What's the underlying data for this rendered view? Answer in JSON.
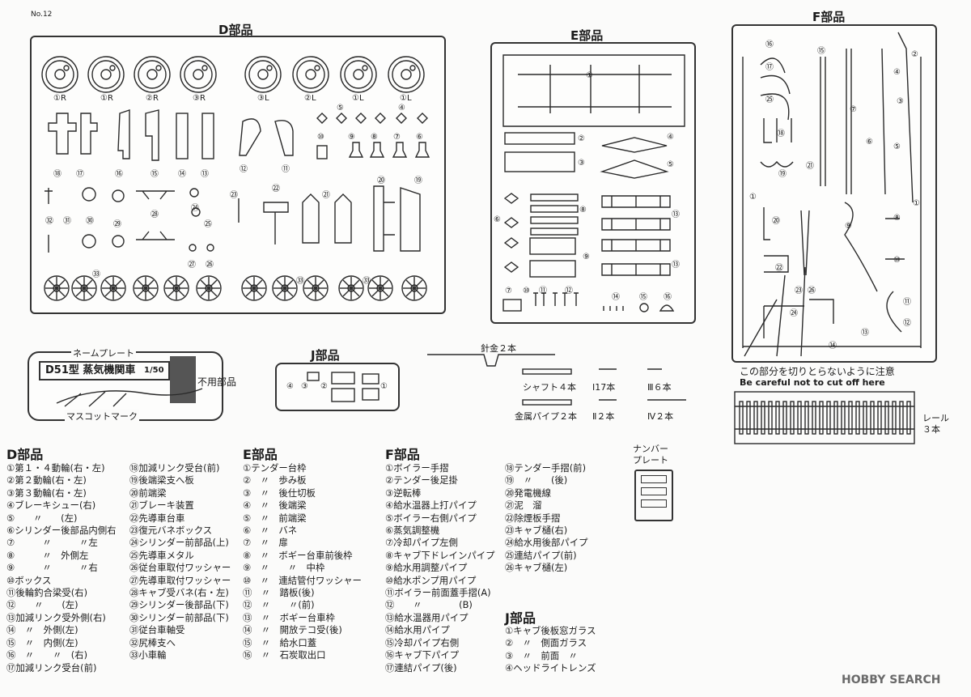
{
  "page_no": "No.12",
  "panels": {
    "D": {
      "title": "D部品",
      "labels": [
        "①R",
        "①R",
        "②R",
        "③R",
        "③L",
        "②L",
        "①L",
        "①L",
        "⑱",
        "⑰",
        "⑯",
        "⑮",
        "⑭",
        "⑬",
        "⑫",
        "⑪",
        "⑤",
        "④",
        "⑩",
        "⑨",
        "⑧",
        "⑦",
        "⑥",
        "㉓",
        "㉒",
        "㉑",
        "⑳",
        "⑲",
        "㉜",
        "㉛",
        "㉚",
        "㉙",
        "㉘",
        "㉔",
        "㉕",
        "㉗",
        "㉖",
        "㉝",
        "㉝",
        "㉝"
      ]
    },
    "E": {
      "title": "E部品",
      "labels": [
        "①",
        "②",
        "③",
        "④",
        "⑤",
        "⑧",
        "⑨",
        "⑬",
        "⑬",
        "⑥",
        "⑦",
        "⑩",
        "⑪",
        "⑫",
        "⑭",
        "⑮",
        "⑯"
      ]
    },
    "F": {
      "title": "F部品",
      "labels": [
        "⑯",
        "⑰",
        "㉕",
        "⑱",
        "⑲",
        "㉑",
        "⑮",
        "⑦",
        "⑥",
        "③",
        "④",
        "②",
        "⑤",
        "①",
        "①",
        "⑳",
        "㉒",
        "㉓",
        "㉖",
        "⑨",
        "⑧",
        "⑩",
        "⑪",
        "⑫",
        "㉔",
        "⑬",
        "⑭"
      ],
      "note_jp": "この部分を切りとらないように注意",
      "note_en": "Be careful not to cut off here"
    },
    "nameplate": {
      "header": "ネームプレート",
      "text": "D51型 蒸気機関車",
      "scale": "1/50",
      "footer": "マスコットマーク",
      "unused": "不用部品"
    },
    "J": {
      "title": "J部品",
      "labels": [
        "④",
        "③",
        "②",
        "①"
      ]
    },
    "wire": {
      "label": "針金２本"
    },
    "metal": {
      "shaft": "シャフト４本",
      "pipe": "金属パイプ２本",
      "i": "Ⅰ17本",
      "ii": "Ⅱ２本",
      "iii": "Ⅲ６本",
      "iv": "Ⅳ２本"
    },
    "rail": {
      "label": "レール\n３本"
    },
    "number_plate": {
      "label": "ナンバー\nプレート"
    }
  },
  "legend": {
    "D": {
      "title": "D部品",
      "col1": [
        "①第１・４動輪(右・左)",
        "②第２動輪(右・左)",
        "③第３動輪(右・左)",
        "④ブレーキシュー(右)",
        "⑤　　〃　　(左)",
        "⑥シリンダー後部品内側右",
        "⑦　　　〃　　　〃左",
        "⑧　　　〃　外側左",
        "⑨　　　〃　　　〃右",
        "⑩ボックス",
        "⑪後輪釣合梁受(右)",
        "⑫　　〃　　(左)",
        "⑬加減リンク受外側(右)",
        "⑭　〃　外側(左)",
        "⑮　〃　内側(左)",
        "⑯　〃　　〃　(右)",
        "⑰加減リンク受台(前)"
      ],
      "col2": [
        "⑱加減リンク受台(前)",
        "⑲後端梁支へ板",
        "⑳前端梁",
        "㉑ブレーキ装置",
        "㉒先導車台車",
        "㉓復元バネボックス",
        "㉔シリンダー前部品(上)",
        "㉕先導車メタル",
        "㉖従台車取付ワッシャー",
        "㉗先導車取付ワッシャー",
        "㉘キャブ受バネ(右・左)",
        "㉙シリンダー後部品(下)",
        "㉚シリンダー前部品(下)",
        "㉛従台車軸受",
        "㉜尻棒支へ",
        "㉝小車輪"
      ]
    },
    "E": {
      "title": "E部品",
      "col1": [
        "①テンダー台枠",
        "②　〃　歩み板",
        "③　〃　後仕切板",
        "④　〃　後端梁",
        "⑤　〃　前端梁",
        "⑥　〃　バネ",
        "⑦　〃　扉",
        "⑧　〃　ボギー台車前後枠",
        "⑨　〃　　〃　中枠",
        "⑩　〃　連結管付ワッシャー",
        "⑪　〃　踏板(後)",
        "⑫　〃　　〃(前)",
        "⑬　〃　ボギー台車枠",
        "⑭　〃　開放テコ受(後)",
        "⑮　〃　給水口蓋",
        "⑯　〃　石炭取出口"
      ]
    },
    "F": {
      "title": "F部品",
      "col1": [
        "①ボイラー手摺",
        "②テンダー後足掛",
        "③逆転棒",
        "④給水温器上打パイプ",
        "⑤ボイラー右側パイプ",
        "⑥蒸気調整機",
        "⑦冷却パイプ左側",
        "⑧キャブ下ドレインパイプ",
        "⑨給水用調整パイプ",
        "⑩給水ポンプ用パイプ",
        "⑪ボイラー前面蓋手摺(A)",
        "⑫　　〃　　　　(B)",
        "⑬給水温器用パイプ",
        "⑭給水用パイプ",
        "⑮冷却パイプ右側",
        "⑯キャブ下パイプ",
        "⑰連結パイプ(後)"
      ],
      "col2": [
        "⑱テンダー手摺(前)",
        "⑲　〃　　(後)",
        "⑳発電機線",
        "㉑泥　溜",
        "㉒除煙板手摺",
        "㉓キャブ樋(右)",
        "㉔給水用後部パイプ",
        "㉕連結パイプ(前)",
        "㉖キャブ樋(左)"
      ]
    },
    "J": {
      "title": "J部品",
      "col1": [
        "①キャブ後板窓ガラス",
        "②　〃　側面ガラス",
        "③　〃　前面　〃",
        "④ヘッドライトレンズ"
      ]
    }
  },
  "watermark": "HOBBY SEARCH"
}
